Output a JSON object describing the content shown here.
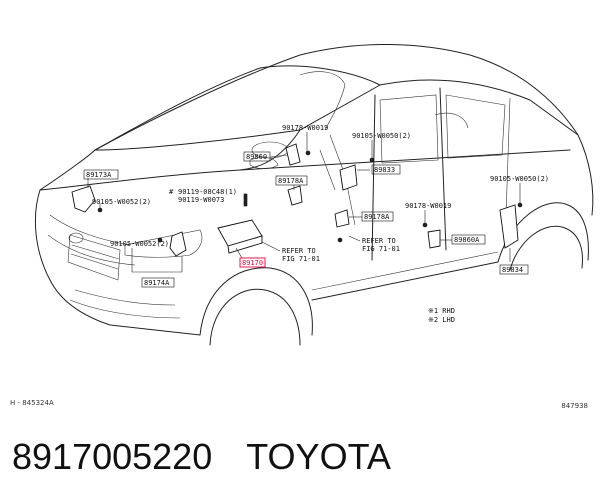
{
  "labels": {
    "l89173a": "89173A",
    "l90105_w0052_2a": "90105-W0052(2)",
    "l90105_w0052_2b": "90105-W0052(2)",
    "l89174a": "89174A",
    "l89170": "89170",
    "l90119_08c48": "90119-08C48(1)",
    "l90119_w0073": "90119-W0073",
    "l90178_w0019a": "90178-W0019",
    "l89860": "89860",
    "l89178a_1": "89178A",
    "l90105_w0050_2a": "90105-W0050(2)",
    "l89833": "89833",
    "l89178a_2": "89178A",
    "l90178_w0019b": "90178-W0019",
    "l89860a": "89860A",
    "l90105_w0050_2b": "90105-W0050(2)",
    "l89834": "89834",
    "refer_to_a": "REFER TO",
    "fig_a": "FIG 71-01",
    "refer_to_b": "REFER TO",
    "fig_b": "FIG 71-01",
    "note1": "※1 RHD",
    "note2": "※2 LHD",
    "hash": "#"
  },
  "references": {
    "left": "H - 845324A",
    "right": "847938"
  },
  "footer": {
    "part_number": "8917005220",
    "brand": "TOYOTA"
  },
  "colors": {
    "highlight": "#e8003d"
  }
}
